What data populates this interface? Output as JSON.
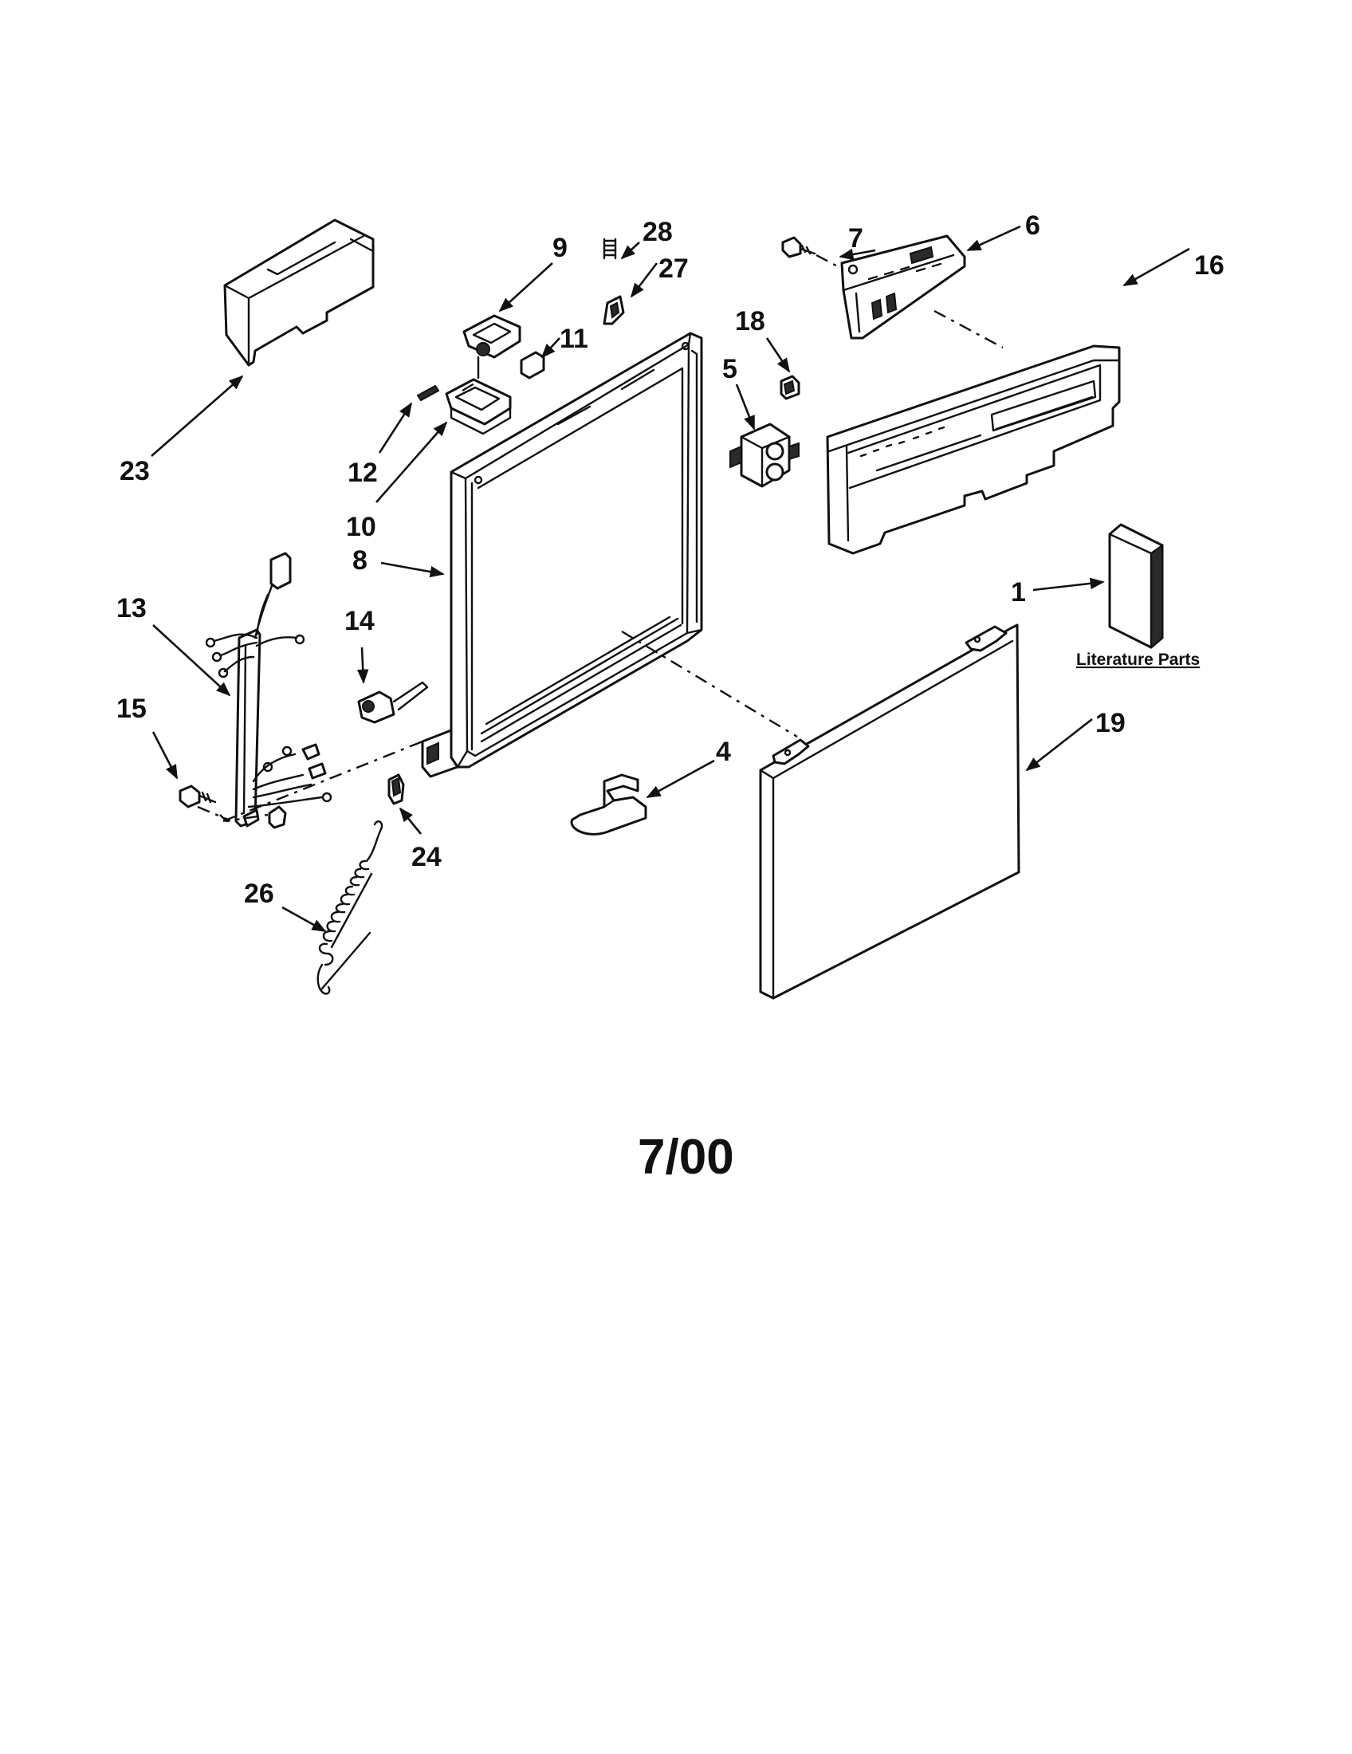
{
  "callouts": {
    "p1": "1",
    "p4": "4",
    "p5": "5",
    "p6": "6",
    "p7": "7",
    "p8": "8",
    "p9": "9",
    "p10": "10",
    "p11": "11",
    "p12": "12",
    "p13": "13",
    "p14": "14",
    "p15": "15",
    "p16": "16",
    "p18": "18",
    "p19": "19",
    "p23": "23",
    "p24": "24",
    "p26": "26",
    "p27": "27",
    "p28": "28"
  },
  "literature_label": "Literature Parts",
  "revision_date": "7/00"
}
